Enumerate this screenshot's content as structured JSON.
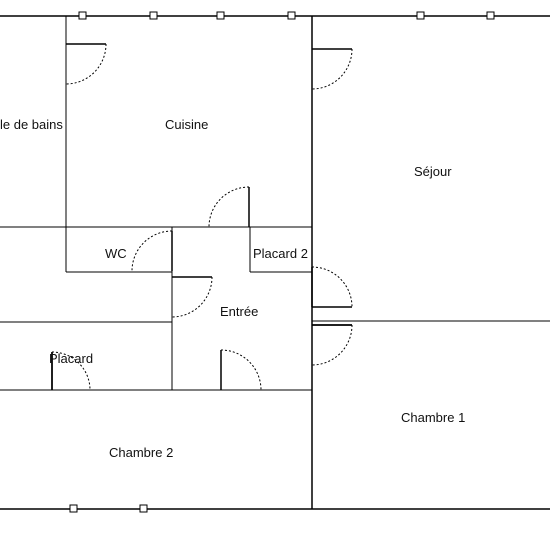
{
  "rooms": {
    "salle_de_bains": "le de bains",
    "cuisine": "Cuisine",
    "sejour": "Séjour",
    "wc": "WC",
    "placard_2": "Placard 2",
    "entree": "Entrée",
    "placard": "Placard",
    "chambre_1": "Chambre 1",
    "chambre_2": "Chambre 2"
  },
  "colors": {
    "walls": "#000000",
    "background": "#ffffff"
  }
}
